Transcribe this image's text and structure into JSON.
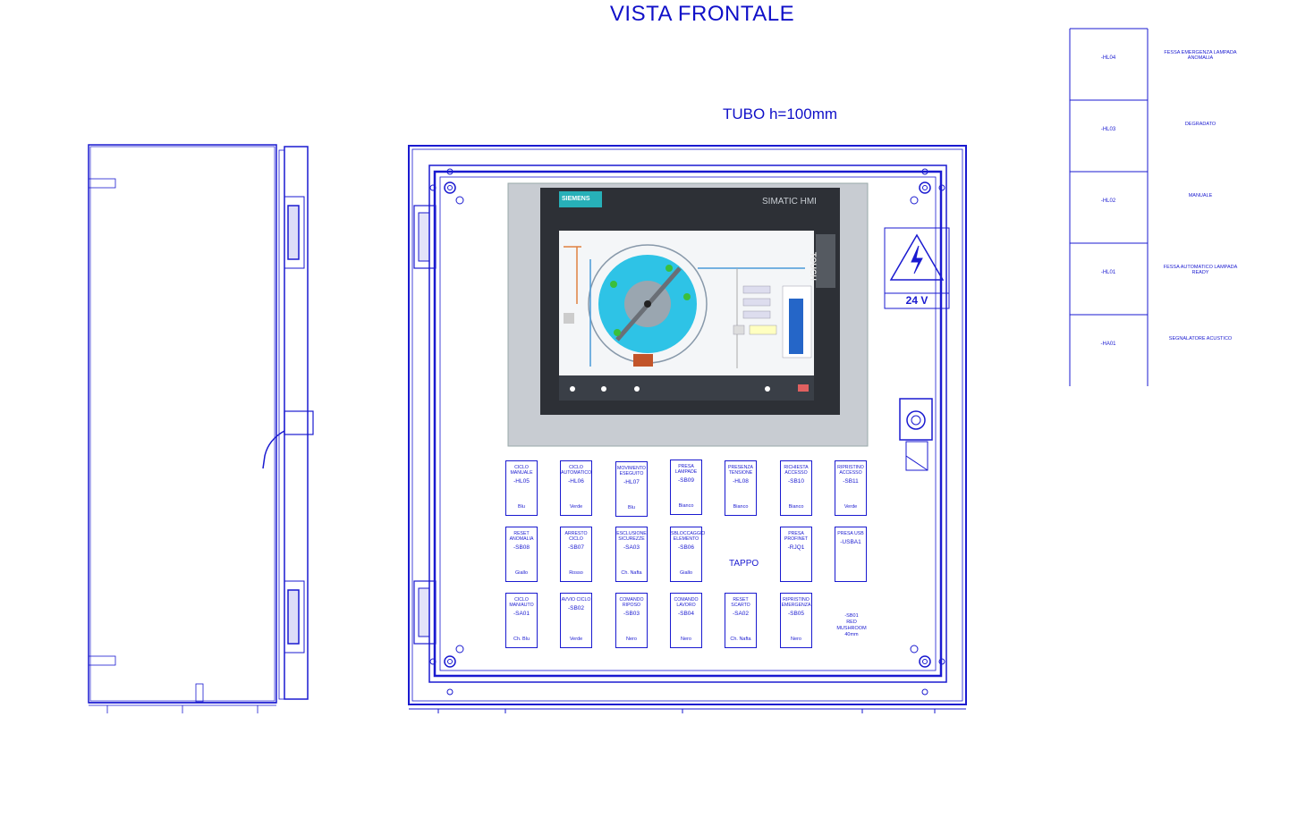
{
  "page": {
    "title": "VISTA FRONTALE",
    "tube_note": "TUBO h=100mm"
  },
  "hmi": {
    "brand": "SIEMENS",
    "model": "SIMATIC HMI",
    "touch": "TOUCH"
  },
  "voltage_label": "24 V",
  "tappo": "TAPPO",
  "mushroom": {
    "code": "-SB01",
    "line1": "RED",
    "line2": "MUSHROOM",
    "line3": "40mm"
  },
  "panel_rows": [
    [
      {
        "title": "CICLO MANUALE",
        "code": "-HL05",
        "color": "Blu"
      },
      {
        "title": "CICLO AUTOMATICO",
        "code": "-HL06",
        "color": "Verde"
      },
      {
        "title": "MOVIMENTO ESEGUITO",
        "code": "-HL07",
        "color": "Blu"
      },
      {
        "title": "PRESA LAMPADE",
        "code": "-SB09",
        "color": "Bianco"
      },
      {
        "title": "PRESENZA TENSIONE",
        "code": "-HL08",
        "color": "Bianco"
      },
      {
        "title": "RICHIESTA ACCESSO",
        "code": "-SB10",
        "color": "Bianco"
      },
      {
        "title": "RIPRISTINO ACCESSO",
        "code": "-SB11",
        "color": "Verde"
      }
    ],
    [
      {
        "title": "RESET ANOMALIA",
        "code": "-SB08",
        "color": "Giallo"
      },
      {
        "title": "ARRESTO CICLO",
        "code": "-SB07",
        "color": "Rosso"
      },
      {
        "title": "ESCLUSIONE SICUREZZE",
        "code": "-SA03",
        "color": "Ch. Nafta"
      },
      {
        "title": "SBLOCCAGGIO ELEMENTO",
        "code": "-SB06",
        "color": "Giallo"
      },
      {
        "title": "PRESA PROFINET",
        "code": "-RJQ1",
        "color": ""
      },
      {
        "title": "PRESA USB",
        "code": "-USBA1",
        "color": ""
      }
    ],
    [
      {
        "title": "CICLO MAN/AUTO",
        "code": "-SA01",
        "color": "Ch. Blu"
      },
      {
        "title": "AVVIO CICLO",
        "code": "-SB02",
        "color": "Verde"
      },
      {
        "title": "COMANDO RIPOSO",
        "code": "-SB03",
        "color": "Nero"
      },
      {
        "title": "COMANDO LAVORO",
        "code": "-SB04",
        "color": "Nero"
      },
      {
        "title": "RESET SCARTO",
        "code": "-SA02",
        "color": "Ch. Nafta"
      },
      {
        "title": "RIPRISTINO EMERGENZA",
        "code": "-SB05",
        "color": "Nero"
      }
    ]
  ],
  "legend": [
    {
      "code": "-HL04",
      "desc": "FESSA EMERGENZA LAMPADA ANOMALIA"
    },
    {
      "code": "-HL03",
      "desc": "DEGRADATO"
    },
    {
      "code": "-HL02",
      "desc": "MANUALE"
    },
    {
      "code": "-HL01",
      "desc": "FESSA AUTOMATICO LAMPADA READY"
    },
    {
      "code": "-HA01",
      "desc": "SEGNALATORE ACUSTICO"
    }
  ],
  "colors": {
    "line": "#1a1ad0",
    "title": "#1010c8",
    "screen": "#2ec3e6",
    "bezel": "#5b6068"
  }
}
